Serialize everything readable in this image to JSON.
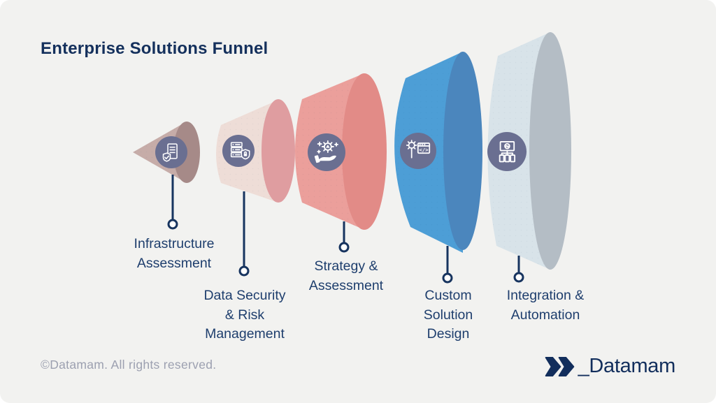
{
  "title": "Enterprise Solutions Funnel",
  "funnel": {
    "stages": [
      {
        "id": "infrastructure-assessment",
        "label_lines": [
          "Infrastructure",
          "Assessment"
        ],
        "icon": "checklist-shield-icon",
        "colors": {
          "body": "#c6aca8",
          "cap": "#a68a88"
        }
      },
      {
        "id": "data-security-risk-management",
        "label_lines": [
          "Data Security",
          "& Risk",
          "Management"
        ],
        "icon": "server-lock-icon",
        "colors": {
          "body": "#eeddd7",
          "cap": "#df9da0"
        }
      },
      {
        "id": "strategy-assessment",
        "label_lines": [
          "Strategy &",
          "Assessment"
        ],
        "icon": "hand-gear-icon",
        "colors": {
          "body": "#eb9f9b",
          "cap": "#e28b87"
        }
      },
      {
        "id": "custom-solution-design",
        "label_lines": [
          "Custom",
          "Solution",
          "Design"
        ],
        "icon": "wrench-code-icon",
        "colors": {
          "body": "#4d9ed6",
          "cap": "#4b86bd"
        }
      },
      {
        "id": "integration-automation",
        "label_lines": [
          "Integration &",
          "Automation"
        ],
        "icon": "device-network-icon",
        "colors": {
          "body": "#d8e3e9",
          "cap": "#b4bdc5"
        }
      }
    ]
  },
  "colors": {
    "background": "#f2f2f0",
    "connector": "#17345f",
    "icon_badge": "#6a6f91",
    "title_text": "#14305c",
    "label_text": "#1e3e6d",
    "footer_text": "#9ca0b0",
    "logo_navy": "#122e5c"
  },
  "footer": {
    "copyright": "©Datamam. All rights reserved.",
    "logo_text": "_Datamam"
  }
}
